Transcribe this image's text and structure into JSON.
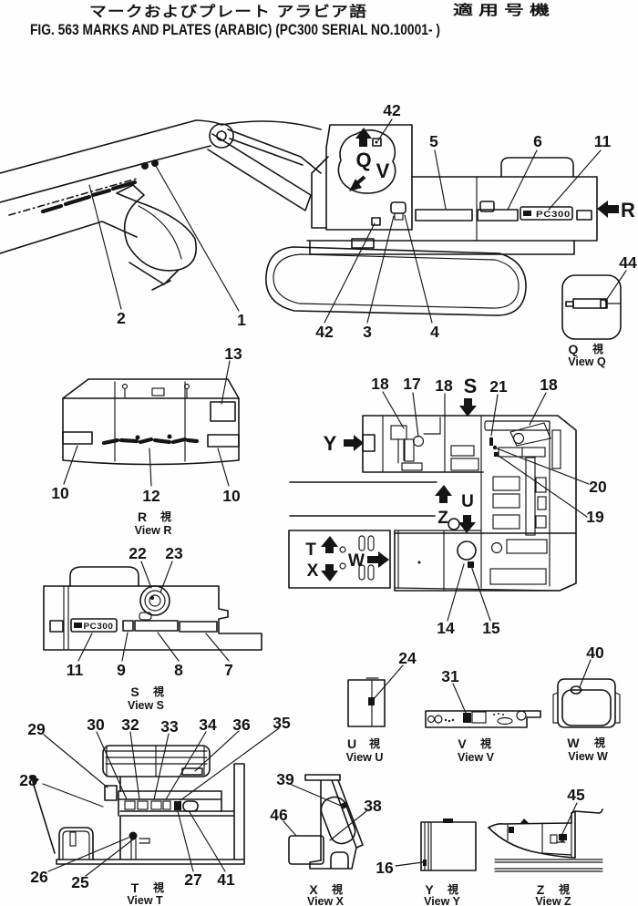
{
  "page": {
    "header_ja": "マークおよびプレート アラビア語",
    "applicable_ja": "適 用 号 機",
    "title": "FIG. 563  MARKS AND PLATES (ARABIC) (PC300 SERIAL NO.10001- )"
  },
  "plate_text": "PC300",
  "direction_letters": {
    "q": "Q",
    "v": "V",
    "r": "R",
    "s": "S",
    "y": "Y",
    "z": "Z",
    "u": "U",
    "t": "T",
    "x": "X",
    "w": "W"
  },
  "view_labels": {
    "q": {
      "letter": "Q",
      "kanji": "視",
      "en": "View Q"
    },
    "r": {
      "letter": "R",
      "kanji": "視",
      "en": "View R"
    },
    "s": {
      "letter": "S",
      "kanji": "視",
      "en": "View S"
    },
    "t": {
      "letter": "T",
      "kanji": "視",
      "en": "View T"
    },
    "u": {
      "letter": "U",
      "kanji": "視",
      "en": "View U"
    },
    "v": {
      "letter": "V",
      "kanji": "視",
      "en": "View V"
    },
    "w": {
      "letter": "W",
      "kanji": "視",
      "en": "View W"
    },
    "x": {
      "letter": "X",
      "kanji": "視",
      "en": "View X"
    },
    "y": {
      "letter": "Y",
      "kanji": "視",
      "en": "View Y"
    },
    "z": {
      "letter": "Z",
      "kanji": "視",
      "en": "View Z"
    }
  },
  "callouts": {
    "m42a": "42",
    "m5": "5",
    "m6": "6",
    "m11": "11",
    "m2": "2",
    "m1": "1",
    "m42b": "42",
    "m3": "3",
    "m4": "4",
    "m44": "44",
    "r13": "13",
    "r10a": "10",
    "r12": "12",
    "r10b": "10",
    "p18a": "18",
    "p17": "17",
    "p18b": "18",
    "p21": "21",
    "p18c": "18",
    "p20": "20",
    "p19": "19",
    "p14": "14",
    "p15": "15",
    "s22": "22",
    "s23": "23",
    "s11": "11",
    "s9": "9",
    "s8": "8",
    "s7": "7",
    "t29": "29",
    "t30": "30",
    "t32": "32",
    "t33": "33",
    "t34": "34",
    "t36": "36",
    "t35": "35",
    "t28": "28",
    "t26": "26",
    "t25": "25",
    "t27": "27",
    "t41": "41",
    "u24": "24",
    "v31": "31",
    "w40": "40",
    "x39": "39",
    "x38": "38",
    "x46": "46",
    "y16": "16",
    "z45": "45"
  }
}
